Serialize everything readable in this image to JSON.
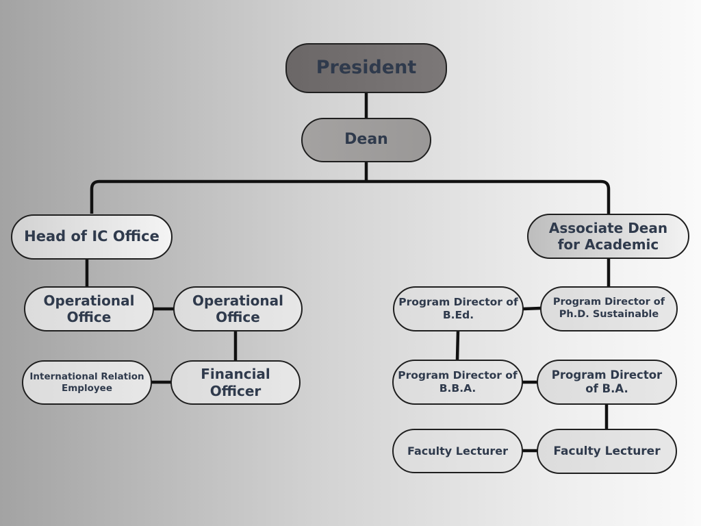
{
  "nodes": {
    "president": "President",
    "dean": "Dean",
    "head_ic": "Head of IC Office",
    "associate_dean": "Associate Dean for Academic",
    "operational_office_1": "Operational Office",
    "operational_office_2": "Operational Office",
    "international_relation": "International Relation Employee",
    "financial_officer": "Financial Officer",
    "pd_bed": "Program Director of B.Ed.",
    "pd_phd": "Program Director of Ph.D. Sustainable",
    "pd_bba": "Program Director of B.B.A.",
    "pd_ba": "Program Director of B.A.",
    "faculty_lecturer_1": "Faculty Lecturer",
    "faculty_lecturer_2": "Faculty Lecturer"
  },
  "colors": {
    "president_fill": "#6f6a6a",
    "dean_fill": "#a09e9d",
    "node_fill": "#dedede",
    "text": "#2f3a4c",
    "line": "#111111"
  }
}
